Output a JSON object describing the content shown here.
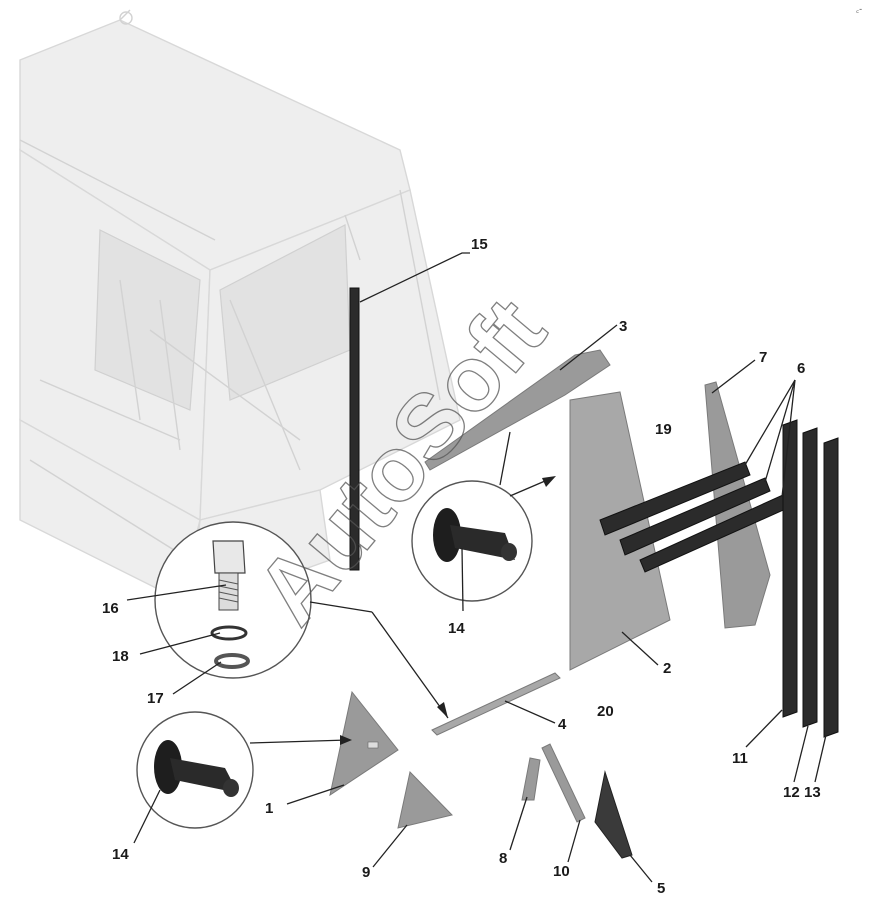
{
  "watermark": "AutoSoft",
  "corner_mark": "꜀-",
  "callouts": {
    "c1": "1",
    "c2": "2",
    "c3": "3",
    "c4": "4",
    "c5": "5",
    "c6": "6",
    "c7": "7",
    "c8": "8",
    "c9": "9",
    "c10": "10",
    "c11": "11",
    "c12": "12",
    "c13": "13",
    "c14a": "14",
    "c14b": "14",
    "c15": "15",
    "c16": "16",
    "c17": "17",
    "c18": "18",
    "c19": "19",
    "c20": "20"
  }
}
